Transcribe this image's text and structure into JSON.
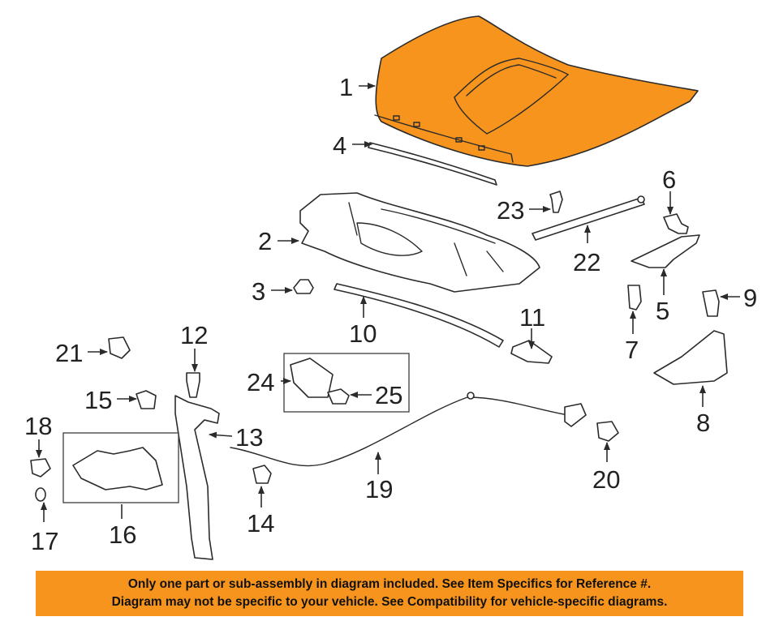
{
  "diagram": {
    "accent_color": "#f7941d",
    "highlighted_part": "1",
    "callouts": {
      "c1": "1",
      "c2": "2",
      "c3": "3",
      "c4": "4",
      "c5": "5",
      "c6": "6",
      "c7": "7",
      "c8": "8",
      "c9": "9",
      "c10": "10",
      "c11": "11",
      "c12": "12",
      "c13": "13",
      "c14": "14",
      "c15": "15",
      "c16": "16",
      "c17": "17",
      "c18": "18",
      "c19": "19",
      "c20": "20",
      "c21": "21",
      "c22": "22",
      "c23": "23",
      "c24": "24",
      "c25": "25"
    }
  },
  "banner": {
    "line1": "Only one part or sub-assembly in diagram included. See Item Specifics for Reference #.",
    "line2": "Diagram may not be specific to your vehicle. See Compatibility for vehicle-specific diagrams."
  }
}
